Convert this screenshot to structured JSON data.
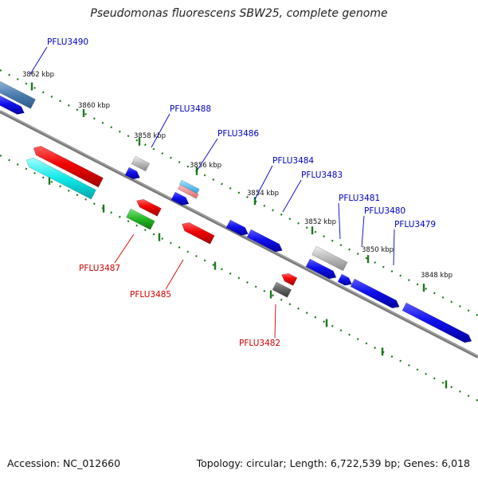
{
  "title": "Pseudomonas fluorescens SBW25, complete genome",
  "footer": {
    "accession": "Accession: NC_012660",
    "summary": "Topology: circular; Length: 6,722,539 bp; Genes: 6,018"
  },
  "colors": {
    "backbone": "#808080",
    "plus_label": "#0000c8",
    "minus_label": "#d40000",
    "tick": "#1a7a1a"
  },
  "scale_labels": [
    "3862 kbp",
    "3860 kbp",
    "3858 kbp",
    "3856 kbp",
    "3854 kbp",
    "3852 kbp",
    "3850 kbp",
    "3848 kbp"
  ],
  "plus_labels": [
    "PFLU3490",
    "PFLU3488",
    "PFLU3486",
    "PFLU3484",
    "PFLU3483",
    "PFLU3481",
    "PFLU3480",
    "PFLU3479"
  ],
  "minus_labels": [
    "PFLU3487",
    "PFLU3485",
    "PFLU3482"
  ]
}
